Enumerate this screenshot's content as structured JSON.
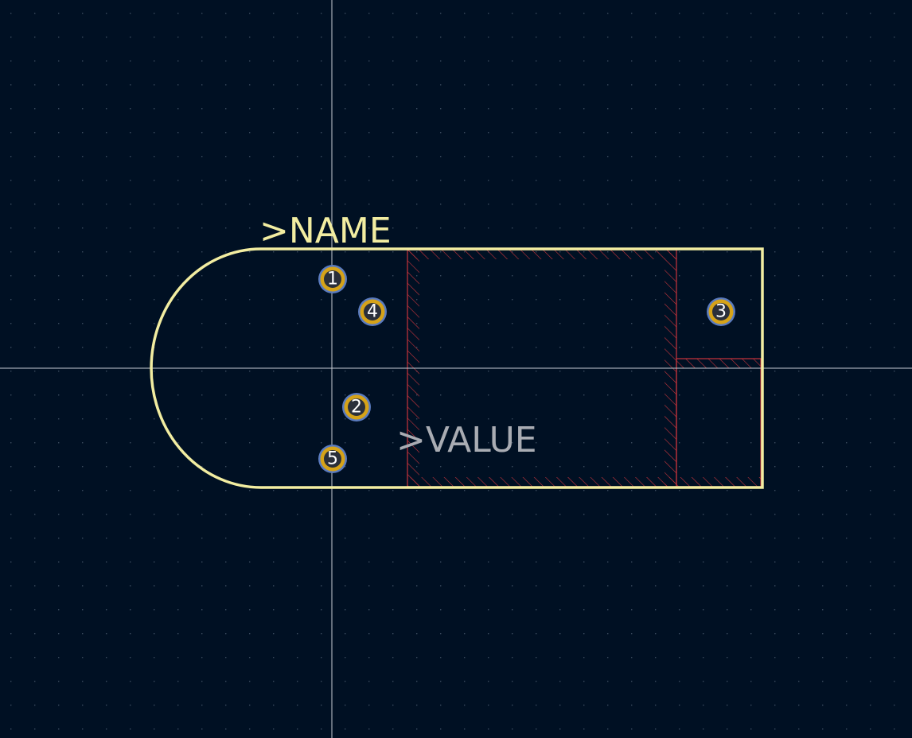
{
  "colors": {
    "background": "#001023",
    "grid_dot": "#3a4a5e",
    "crosshair": "#c8cdd4",
    "silkscreen": "#f2eda1",
    "fab_text": "#a9acb3",
    "keepout_hatch": "#c8343c",
    "pad_ring_outer": "#5a7bbf",
    "pad_ring": "#d6a318",
    "pad_hole": "#2a2f3a"
  },
  "footprint": {
    "reference_label": ">NAME",
    "value_label": ">VALUE"
  },
  "pads": [
    {
      "number": "1"
    },
    {
      "number": "4"
    },
    {
      "number": "3"
    },
    {
      "number": "2"
    },
    {
      "number": "5"
    }
  ]
}
